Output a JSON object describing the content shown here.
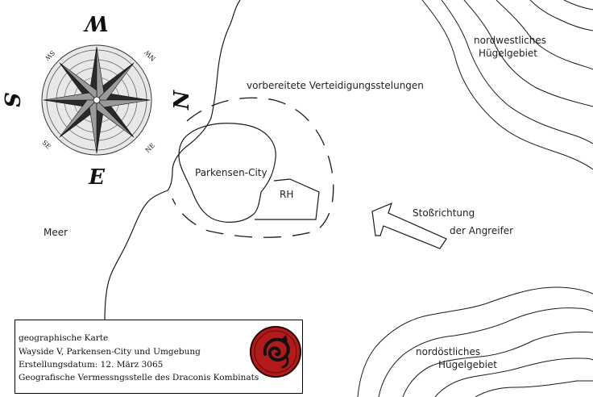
{
  "map": {
    "labels": {
      "defense": "vorbereitete Verteidigungsstelungen",
      "nw_hills_1": "nordwestliches",
      "nw_hills_2": "Hügelgebiet",
      "city": "Parkensen-City",
      "rh": "RH",
      "attack_1": "Stoßrichtung",
      "attack_2": "der Angreifer",
      "sea": "Meer",
      "ne_hills_1": "nordöstliches",
      "ne_hills_2": "Hügelgebiet"
    },
    "compass": {
      "top": "W",
      "bottom": "E",
      "left": "S",
      "right": "N",
      "top_left": "SW",
      "top_right": "NW",
      "bottom_left": "SE",
      "bottom_right": "NE"
    }
  },
  "legend": {
    "line1": "geographische Karte",
    "line2": "Wayside V, Parkensen-City und Umgebung",
    "line3": "Erstellungsdatum: 12. März 3065",
    "line4": "Geografische Vermessngsstelle des Draconis Kombinats",
    "emblem": "draconis-dragon-emblem"
  },
  "colors": {
    "ink": "#1a1a1a",
    "emblem_red": "#b31b1b",
    "paper": "#ffffff"
  }
}
